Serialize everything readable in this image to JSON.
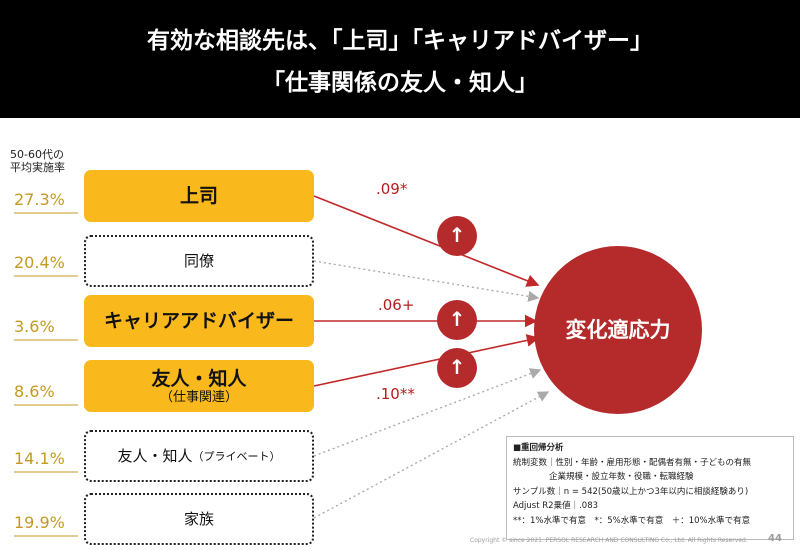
{
  "header": {
    "line1": "有効な相談先は、「上司」「キャリアドバイザー」",
    "line2": "「仕事関係の友人・知人」"
  },
  "side_label": {
    "line1": "50-60代の",
    "line2": "平均実施率"
  },
  "sources": [
    {
      "pct": "27.3%",
      "label": "上司",
      "sub": "",
      "style": "solid"
    },
    {
      "pct": "20.4%",
      "label": "同僚",
      "sub": "",
      "style": "dashed"
    },
    {
      "pct": "3.6%",
      "label": "キャリアアドバイザー",
      "sub": "",
      "style": "solid"
    },
    {
      "pct": "8.6%",
      "label": "友人・知人",
      "sub": "（仕事関連）",
      "style": "solid"
    },
    {
      "pct": "14.1%",
      "label": "友人・知人",
      "sub": "（プライベート）",
      "style": "dashed"
    },
    {
      "pct": "19.9%",
      "label": "家族",
      "sub": "",
      "style": "dashed"
    }
  ],
  "coefficients": {
    "c1": ".09*",
    "c2": ".06+",
    "c3": ".10**"
  },
  "arrow_symbol": "↑",
  "target": "変化適応力",
  "legend": {
    "title": "■重回帰分析",
    "line1": "統制変数｜性別・年齢・雇用形態・配偶者有無・子どもの有無",
    "line2": "企業規模・設立年数・役職・転職経験",
    "line3": "サンプル数｜n = 542(50歳以上かつ3年以内に相談経験あり)",
    "line4": "Adjust R2乗値｜.083",
    "line5": "**：1%水準で有意　*：5%水準で有意　＋：10%水準で有意"
  },
  "footer": "Copyright © since 2021. PERSOL RESEARCH AND CONSULTING Co., Ltd. All Rights Reserved.",
  "page_number": "44",
  "colors": {
    "header_bg": "#000000",
    "accent_yellow": "#f9b91c",
    "accent_red": "#b52a2a",
    "pct_gold": "#c49a22"
  }
}
